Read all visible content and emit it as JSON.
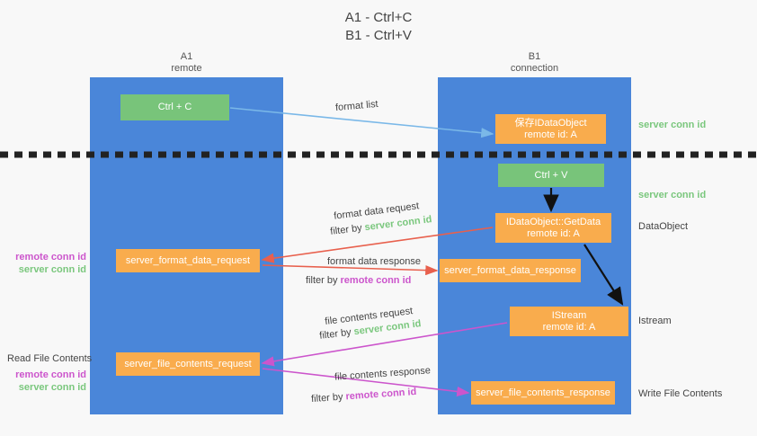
{
  "title": {
    "line1": "A1 - Ctrl+C",
    "line2": "B1 - Ctrl+V"
  },
  "columns": [
    {
      "name": "A1",
      "sub": "remote",
      "color": "#4a86d9"
    },
    {
      "name": "B1",
      "sub": "connection",
      "color": "#4a86d9"
    }
  ],
  "colors": {
    "column_blue": "#4a86d9",
    "green_box": "#78c47a",
    "orange_box": "#f9ac4d",
    "green_text": "#7ac77d",
    "magenta_text": "#cc55cc",
    "red_arrow": "#e8604d",
    "magenta_arrow": "#cc55cc",
    "lightblue_arrow": "#7ab8e8",
    "black_arrow": "#000000",
    "background": "#f8f8f8"
  },
  "boxes": {
    "ctrl_c": "Ctrl + C",
    "idataobject": {
      "line1": "保存IDataObject",
      "line2": "remote id: A"
    },
    "ctrl_v": "Ctrl + V",
    "getdata": {
      "line1": "IDataObject::GetData",
      "line2": "remote id: A"
    },
    "format_data_request": "server_format_data_request",
    "format_data_response": "server_format_data_response",
    "istream": {
      "line1": "IStream",
      "line2": "remote id: A"
    },
    "file_contents_request": "server_file_contents_request",
    "file_contents_response": "server_file_contents_response"
  },
  "arrow_labels": {
    "format_list": "format list",
    "format_data_request": "format data request",
    "format_data_request_filter_prefix": "filter by ",
    "format_data_request_filter_value": "server conn id",
    "format_data_response": "format data response",
    "format_data_response_filter_prefix": "filter by ",
    "format_data_response_filter_value": "remote conn id",
    "file_contents_request": "file contents request",
    "file_contents_request_filter_prefix": "filter by ",
    "file_contents_request_filter_value": "server conn id",
    "file_contents_response": "file contents response",
    "file_contents_response_filter_prefix": "filter by ",
    "file_contents_response_filter_value": "remote conn id"
  },
  "right_labels": {
    "server_conn_id_1": "server conn id",
    "server_conn_id_2": "server conn id",
    "dataobject": "DataObject",
    "istream": "Istream",
    "write_file_contents": "Write File Contents"
  },
  "left_labels": {
    "remote_conn_id_1": "remote conn id",
    "server_conn_id_1": "server conn id",
    "read_file_contents": "Read File Contents",
    "remote_conn_id_2": "remote conn id",
    "server_conn_id_2": "server conn id"
  }
}
